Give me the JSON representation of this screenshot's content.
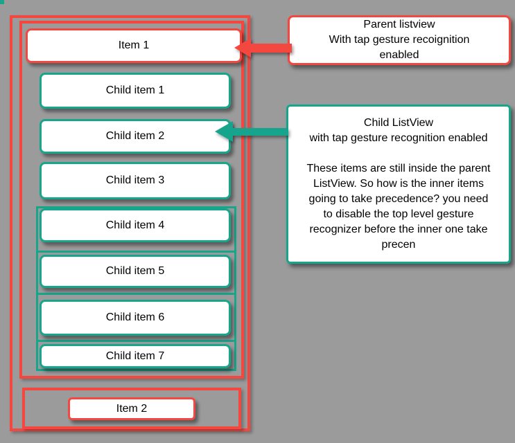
{
  "colors": {
    "background": "#9b9b9b",
    "parent_accent": "#f4473f",
    "child_accent": "#17a58c",
    "box_background": "#ffffff",
    "text": "#000000"
  },
  "parent_list": {
    "item1_label": "Item 1",
    "item2_label": "Item 2",
    "child_items": [
      "Child item 1",
      "Child item 2",
      "Child item 3",
      "Child item 4",
      "Child item 5",
      "Child item 6",
      "Child item 7"
    ]
  },
  "annotations": {
    "parent": "Parent listview\nWith tap gesture recoignition\nenabled",
    "child": "Child ListView\nwith tap gesture recognition enabled\n\nThese items are still inside the parent\nListView. So how is the inner items\ngoing to take precedence? you need\nto disable the top level gesture\nrecognizer before the inner one take\nprecen"
  }
}
